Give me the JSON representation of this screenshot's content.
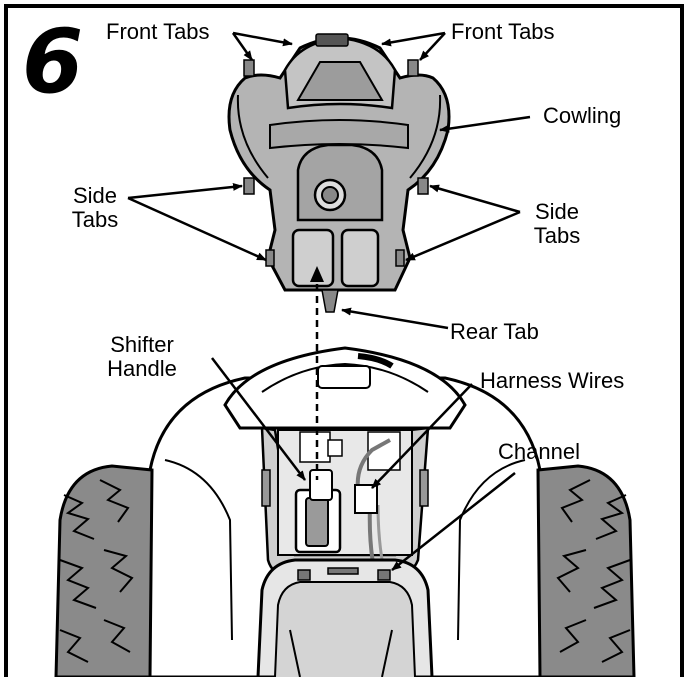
{
  "step_number": "6",
  "labels": {
    "front_tabs_left": "Front Tabs",
    "front_tabs_right": "Front Tabs",
    "cowling": "Cowling",
    "side_tabs_left": [
      "Side",
      "Tabs"
    ],
    "side_tabs_right": [
      "Side",
      "Tabs"
    ],
    "rear_tab": "Rear Tab",
    "shifter_handle": [
      "Shifter",
      "Handle"
    ],
    "harness_wires": "Harness Wires",
    "channel": "Channel"
  },
  "colors": {
    "cowling_fill": "#b4b4b4",
    "cowling_shade": "#8e8e8e",
    "body_fill": "#ffffff",
    "tire_fill": "#8a8a8a",
    "line": "#000000"
  }
}
